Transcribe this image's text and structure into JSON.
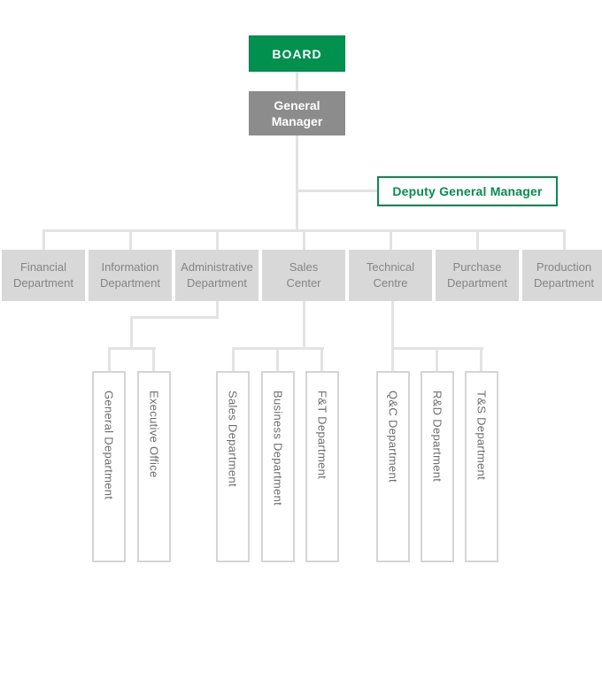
{
  "org": {
    "board": {
      "label": "BOARD"
    },
    "general_manager": {
      "label": "General Manager",
      "lines": [
        "General",
        "Manager"
      ]
    },
    "deputy_general_manager": {
      "label": "Deputy General Manager"
    },
    "departments": [
      {
        "label": "Financial Department",
        "lines": [
          "Financial",
          "Department"
        ],
        "children": []
      },
      {
        "label": "Information Department",
        "lines": [
          "Information",
          "Department"
        ],
        "children": []
      },
      {
        "label": "Administrative Department",
        "lines": [
          "Administrative",
          "Department"
        ],
        "children": [
          "General Department",
          "Executive Office"
        ]
      },
      {
        "label": "Sales Center",
        "lines": [
          "Sales",
          "Center"
        ],
        "children": [
          "Sales Department",
          "Business Department",
          "F&T Department"
        ]
      },
      {
        "label": "Technical Centre",
        "lines": [
          "Technical",
          "Centre"
        ],
        "children": [
          "Q&C Department",
          "R&D Department",
          "T&S Department"
        ]
      },
      {
        "label": "Purchase Department",
        "lines": [
          "Purchase",
          "Department"
        ],
        "children": []
      },
      {
        "label": "Production Department",
        "lines": [
          "Production",
          "Department"
        ],
        "children": []
      }
    ],
    "colors": {
      "brand_green": "#00914E",
      "manager_gray": "#8C8C8C",
      "department_fill": "#D8D8D8",
      "connector_gray": "#E3E3E3"
    }
  }
}
